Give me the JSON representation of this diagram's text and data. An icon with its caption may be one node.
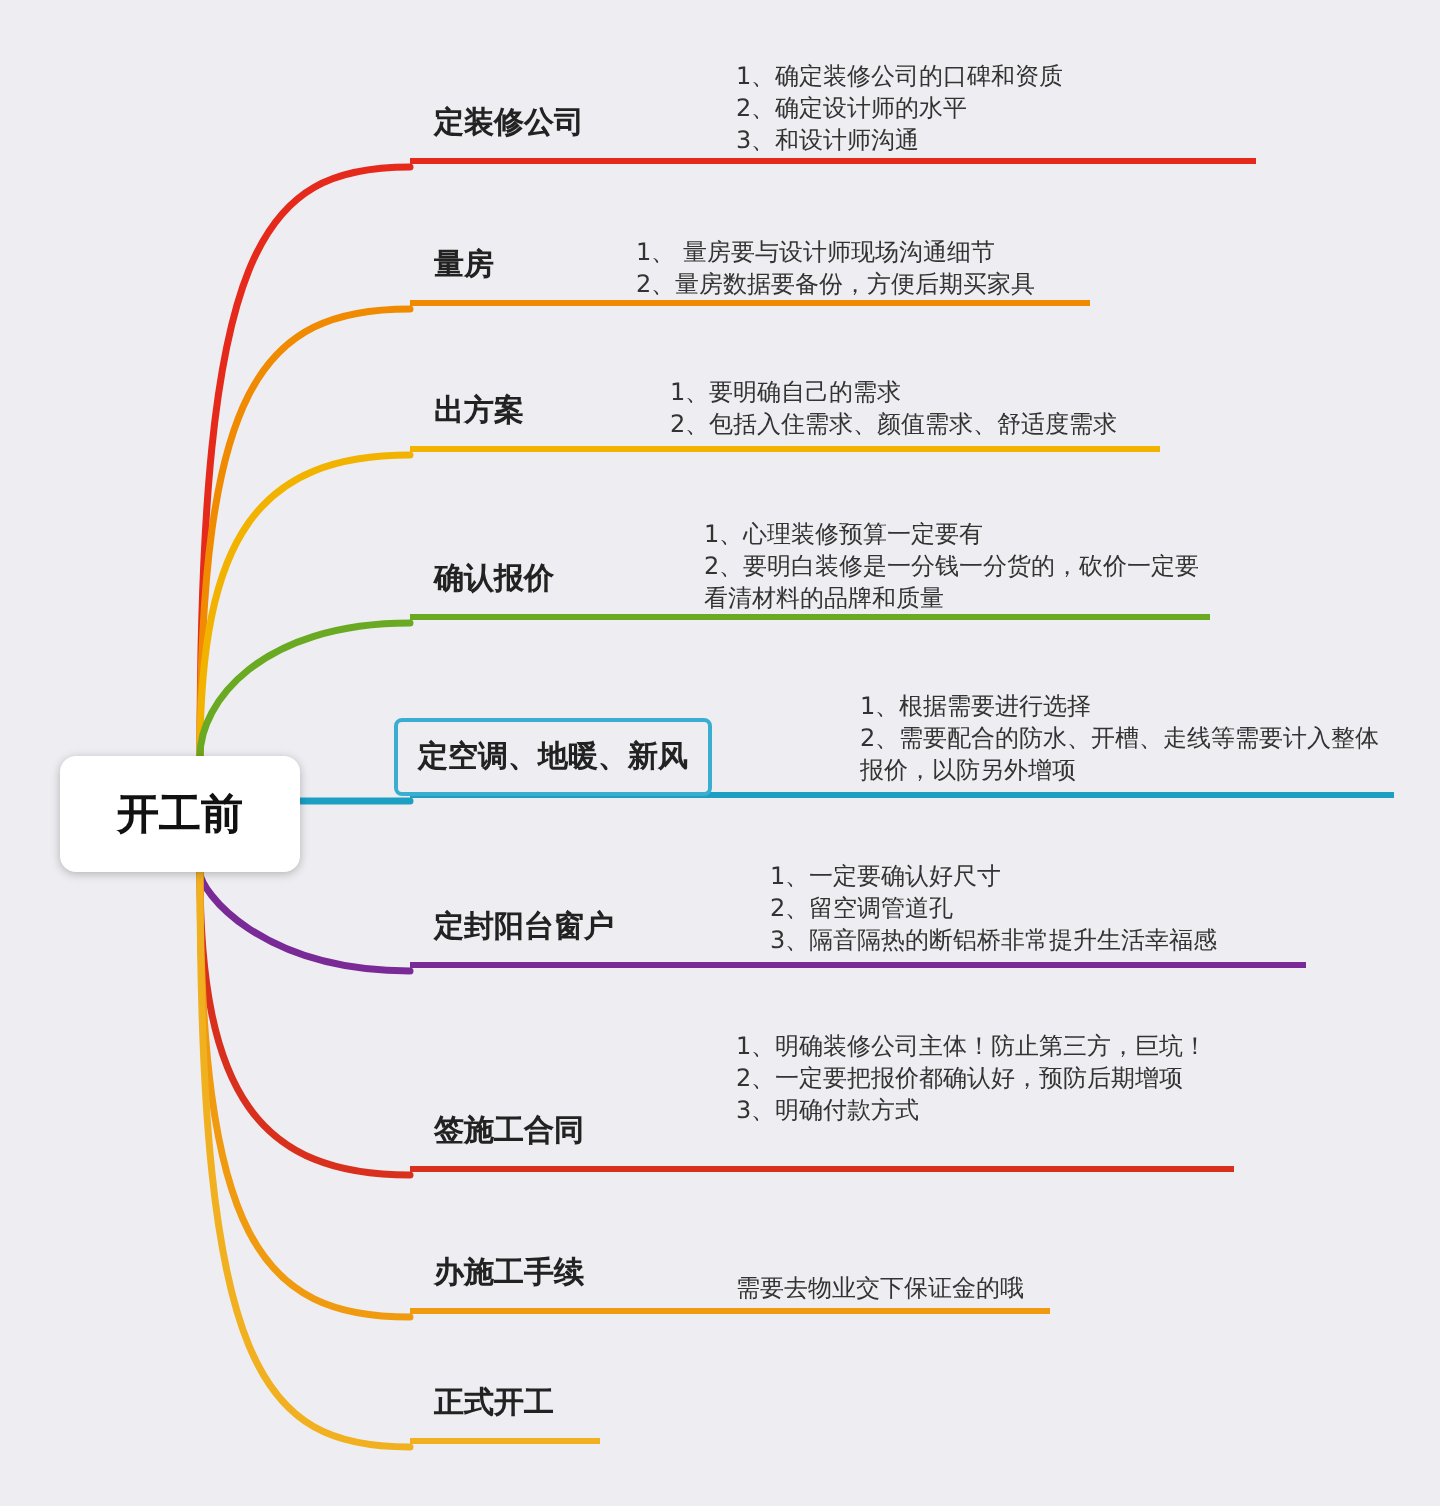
{
  "diagram": {
    "nodes": [
      {
        "text": [
          "开工前"
        ]
      },
      {
        "text": [
          "定装修公司",
          "1、确定装修公司的口碑和资质",
          "2、确定设计师的水平",
          "3、和设计师沟通"
        ]
      },
      {
        "text": [
          "量房",
          "1、 量房要与设计师现场沟通细节",
          "2、量房数据要备份，方便后期买家具"
        ]
      },
      {
        "text": [
          "出方案",
          "1、要明确自己的需求",
          "2、包括入住需求、颜值需求、舒适度需求"
        ]
      },
      {
        "text": [
          "确认报价",
          "1、心理装修预算一定要有",
          "2、要明白装修是一分钱一分货的，砍价一定要看清材料的品牌和质量"
        ]
      },
      {
        "text": [
          "定空调、地暖、新风",
          "1、根据需要进行选择",
          "2、需要配合的防水、开槽、走线等需要计入整体报价，以防另外增项"
        ]
      },
      {
        "text": [
          "定封阳台窗户",
          "1、一定要确认好尺寸",
          "2、留空调管道孔",
          "3、隔音隔热的断铝桥非常提升生活幸福感"
        ]
      },
      {
        "text": [
          "签施工合同",
          "1、明确装修公司主体！防止第三方，巨坑！",
          "2、一定要把报价都确认好，预防后期增项",
          "3、明确付款方式"
        ]
      },
      {
        "text": [
          "办施工手续",
          "需要去物业交下保证金的哦"
        ]
      },
      {
        "text": [
          "正式开工"
        ]
      }
    ],
    "edges": [
      {
        "from": 0,
        "to": 1,
        "arrow": "none",
        "color": "#e52a1c"
      },
      {
        "from": 0,
        "to": 2,
        "arrow": "none",
        "color": "#f08a00"
      },
      {
        "from": 0,
        "to": 3,
        "arrow": "none",
        "color": "#f2b300"
      },
      {
        "from": 0,
        "to": 4,
        "arrow": "none",
        "color": "#6aaa22"
      },
      {
        "from": 0,
        "to": 5,
        "arrow": "none",
        "color": "#1ba0c4"
      },
      {
        "from": 0,
        "to": 6,
        "arrow": "none",
        "color": "#7a2a96"
      },
      {
        "from": 0,
        "to": 7,
        "arrow": "none",
        "color": "#d9301e"
      },
      {
        "from": 0,
        "to": 8,
        "arrow": "none",
        "color": "#f09a10"
      },
      {
        "from": 0,
        "to": 9,
        "arrow": "none",
        "color": "#f0b020"
      }
    ]
  }
}
